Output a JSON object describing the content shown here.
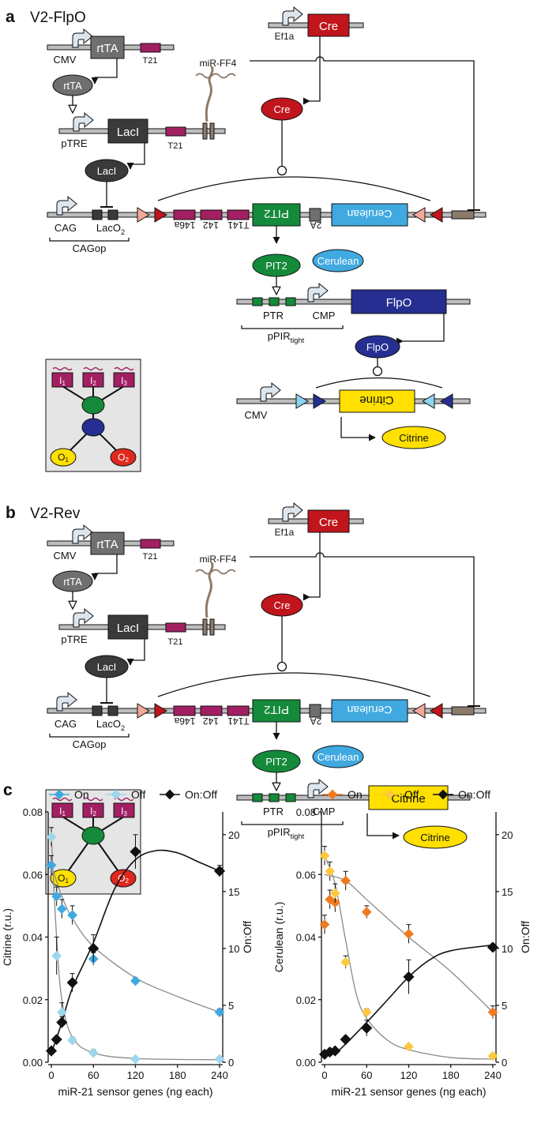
{
  "panel_a": {
    "letter": "a",
    "title": "V2-FlpO",
    "cmv": "CMV",
    "rtta_gene": "rtTA",
    "t21_1": "T21",
    "rtta_protein": "rtTA",
    "ptre": "pTRE",
    "laci_gene": "LacI",
    "t21_2": "T21",
    "laci_protein": "LacI",
    "mir": "miR-FF4",
    "ef1a": "Ef1a",
    "cre_gene": "Cre",
    "cre_protein": "Cre",
    "cag": "CAG",
    "laco_base": "LacO",
    "laco_sub": "2",
    "cagop": "CAGop",
    "t146": "146a",
    "t142": "142",
    "t141": "T141",
    "pit2_gene": "PIT2",
    "t2a": "2A",
    "cerulean_gene": "Cerulean",
    "pit2_protein": "PIT2",
    "cerulean_protein": "Cerulean",
    "ptr": "PTR",
    "cmp": "CMP",
    "ppir_base": "pPIR",
    "ppir_sub": "tight",
    "flpo_gene": "FlpO",
    "flpo_protein": "FlpO",
    "cmv2": "CMV",
    "citrine_gene": "Citrine",
    "citrine_protein": "Citrine"
  },
  "panel_b": {
    "letter": "b",
    "title": "V2-Rev",
    "cmv": "CMV",
    "rtta_gene": "rtTA",
    "t21_1": "T21",
    "rtta_protein": "rtTA",
    "ptre": "pTRE",
    "laci_gene": "LacI",
    "t21_2": "T21",
    "laci_protein": "LacI",
    "mir": "miR-FF4",
    "ef1a": "Ef1a",
    "cre_gene": "Cre",
    "cre_protein": "Cre",
    "cag": "CAG",
    "laco_base": "LacO",
    "laco_sub": "2",
    "cagop": "CAGop",
    "t146": "146a",
    "t142": "142",
    "t141": "T141",
    "pit2_gene": "PIT2",
    "t2a": "2A",
    "cerulean_gene": "Cerulean",
    "pit2_protein": "PIT2",
    "cerulean_protein": "Cerulean",
    "ptr": "PTR",
    "cmp": "CMP",
    "ppir_base": "pPIR",
    "ppir_sub": "tight",
    "citrine_gene": "Citrine",
    "citrine_protein": "Citrine"
  },
  "inset_a": {
    "i1": "I",
    "i2": "I",
    "i3": "I",
    "s1": "1",
    "s2": "2",
    "s3": "3",
    "o1": "O",
    "o2": "O",
    "os1": "1",
    "os2": "2"
  },
  "inset_b": {
    "i1": "I",
    "i2": "I",
    "i3": "I",
    "s1": "1",
    "s2": "2",
    "s3": "3",
    "o1": "O",
    "o2": "O",
    "os1": "1",
    "os2": "2"
  },
  "panel_c_letter": "c",
  "colors": {
    "rtta_box": "#6f6f6f",
    "laci_box": "#3a3a3a",
    "terminator": "#a21f63",
    "cre": "#c0151c",
    "pit2": "#148a3a",
    "cerulean": "#3fa9e0",
    "flpo": "#262f91",
    "citrine": "#ffe000",
    "o2": "#e0281f",
    "lox_light": "#f2a99a",
    "frt_light": "#8ed3f0",
    "mir_target": "#8c7b6b"
  },
  "chart_data": [
    {
      "type": "line",
      "title": "",
      "xlabel": "miR-21 sensor genes (ng each)",
      "ylabel": "Citrine (r.u.)",
      "y2label": "On:Off",
      "xlim": [
        0,
        240
      ],
      "ylim": [
        0,
        0.08
      ],
      "y2lim": [
        0,
        22
      ],
      "x_ticks": [
        "0",
        "60",
        "120",
        "180",
        "240"
      ],
      "y_ticks": [
        "0.00",
        "0.02",
        "0.04",
        "0.06",
        "0.08"
      ],
      "y2_ticks": [
        "0",
        "5",
        "10",
        "15",
        "20"
      ],
      "legend": "top",
      "grid": false,
      "series": [
        {
          "name": "On",
          "axis": "left",
          "color": "#3fa9e0",
          "x": [
            0,
            7.5,
            15,
            30,
            60,
            120,
            240
          ],
          "y": [
            0.063,
            0.053,
            0.049,
            0.047,
            0.033,
            0.026,
            0.016
          ],
          "err": [
            0.003,
            0.003,
            0.003,
            0.003,
            0.002,
            0.001,
            0.001
          ]
        },
        {
          "name": "Off",
          "axis": "left",
          "color": "#9ed6ec",
          "x": [
            0,
            7.5,
            15,
            30,
            60,
            120,
            240
          ],
          "y": [
            0.072,
            0.034,
            0.016,
            0.007,
            0.003,
            0.001,
            0.001
          ],
          "err": [
            0.003,
            0.006,
            0.003,
            0.001,
            0.001,
            0.0005,
            0.0005
          ]
        },
        {
          "name": "On:Off",
          "axis": "right",
          "color": "#111111",
          "x": [
            0,
            7.5,
            15,
            30,
            60,
            120,
            240
          ],
          "y": [
            1,
            2,
            3.5,
            7,
            10,
            18.5,
            16.8
          ],
          "err": [
            0.2,
            0.3,
            0.5,
            0.8,
            1.2,
            1.5,
            0.5
          ]
        }
      ],
      "curves": {
        "On": [
          [
            0,
            0.063
          ],
          [
            15,
            0.053
          ],
          [
            30,
            0.046
          ],
          [
            60,
            0.037
          ],
          [
            120,
            0.027
          ],
          [
            180,
            0.021
          ],
          [
            240,
            0.016
          ]
        ],
        "Off": [
          [
            0,
            0.072
          ],
          [
            7.5,
            0.04
          ],
          [
            15,
            0.02
          ],
          [
            30,
            0.008
          ],
          [
            60,
            0.003
          ],
          [
            120,
            0.0012
          ],
          [
            240,
            0.0008
          ]
        ],
        "On:Off": [
          [
            0,
            0.8
          ],
          [
            15,
            3.5
          ],
          [
            30,
            6.5
          ],
          [
            60,
            10.5
          ],
          [
            90,
            15.2
          ],
          [
            120,
            17.8
          ],
          [
            150,
            18.6
          ],
          [
            180,
            18.4
          ],
          [
            210,
            17.6
          ],
          [
            240,
            16.8
          ]
        ]
      }
    },
    {
      "type": "line",
      "title": "",
      "xlabel": "miR-21 sensor genes (ng each)",
      "ylabel": "Cerulean (r.u.)",
      "y2label": "On:Off",
      "xlim": [
        0,
        240
      ],
      "ylim": [
        0,
        0.08
      ],
      "y2lim": [
        0,
        22
      ],
      "x_ticks": [
        "0",
        "60",
        "120",
        "180",
        "240"
      ],
      "y_ticks": [
        "0.00",
        "0.02",
        "0.04",
        "0.06",
        "0.08"
      ],
      "y2_ticks": [
        "0",
        "5",
        "10",
        "15",
        "20"
      ],
      "legend": "top",
      "grid": false,
      "series": [
        {
          "name": "On",
          "axis": "left",
          "color": "#f07a20",
          "x": [
            0,
            7.5,
            15,
            30,
            60,
            120,
            240
          ],
          "y": [
            0.044,
            0.052,
            0.051,
            0.058,
            0.048,
            0.041,
            0.016
          ],
          "err": [
            0.003,
            0.003,
            0.003,
            0.003,
            0.002,
            0.003,
            0.002
          ]
        },
        {
          "name": "Off",
          "axis": "left",
          "color": "#fdc840",
          "x": [
            0,
            7.5,
            15,
            30,
            60,
            120,
            240
          ],
          "y": [
            0.066,
            0.061,
            0.054,
            0.032,
            0.016,
            0.005,
            0.002
          ],
          "err": [
            0.003,
            0.003,
            0.003,
            0.002,
            0.001,
            0.0005,
            0.0005
          ]
        },
        {
          "name": "On:Off",
          "axis": "right",
          "color": "#111111",
          "x": [
            0,
            7.5,
            15,
            30,
            60,
            120,
            240
          ],
          "y": [
            0.7,
            0.9,
            1,
            2,
            3,
            7.5,
            10.1
          ],
          "err": [
            0.1,
            0.1,
            0.2,
            0.3,
            0.7,
            1.5,
            0.3
          ]
        }
      ],
      "curves": {
        "On": [
          [
            0,
            0.06
          ],
          [
            30,
            0.058
          ],
          [
            60,
            0.052
          ],
          [
            120,
            0.04
          ],
          [
            180,
            0.029
          ],
          [
            240,
            0.016
          ]
        ],
        "Off": [
          [
            0,
            0.066
          ],
          [
            15,
            0.057
          ],
          [
            30,
            0.039
          ],
          [
            45,
            0.022
          ],
          [
            60,
            0.014
          ],
          [
            90,
            0.007
          ],
          [
            120,
            0.004
          ],
          [
            180,
            0.0015
          ],
          [
            240,
            0.001
          ]
        ],
        "On:Off": [
          [
            0,
            0.5
          ],
          [
            15,
            0.8
          ],
          [
            30,
            1.6
          ],
          [
            60,
            3.5
          ],
          [
            90,
            5.5
          ],
          [
            120,
            7.5
          ],
          [
            150,
            9
          ],
          [
            180,
            9.8
          ],
          [
            240,
            10.3
          ]
        ]
      }
    }
  ]
}
